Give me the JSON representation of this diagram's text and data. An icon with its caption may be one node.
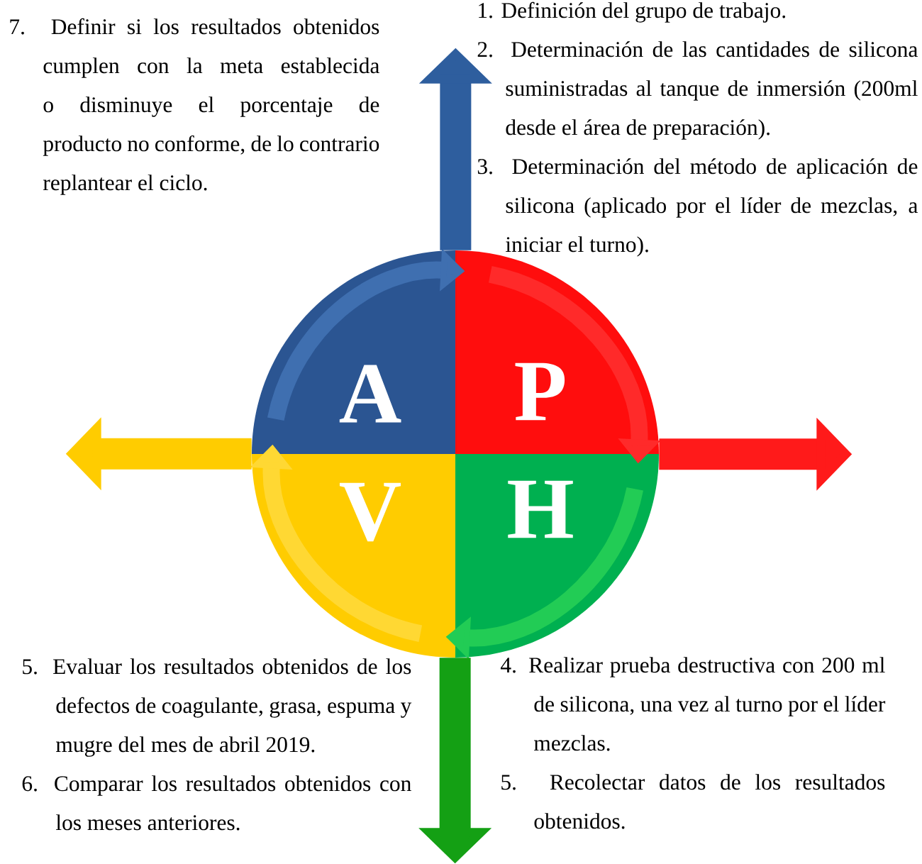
{
  "diagram": {
    "nodes": [
      {
        "text": [
          "A"
        ]
      },
      {
        "text": [
          "P"
        ]
      },
      {
        "text": [
          "V"
        ]
      },
      {
        "text": [
          "H"
        ]
      }
    ],
    "edges": [
      {
        "from": 0,
        "to": 1,
        "arrow": "to",
        "color": "#3f6fb0"
      },
      {
        "from": 1,
        "to": 3,
        "arrow": "to",
        "color": "#ff2a2a"
      },
      {
        "from": 3,
        "to": 2,
        "arrow": "to",
        "color": "#22cc55"
      },
      {
        "from": 2,
        "to": 0,
        "arrow": "to",
        "color": "#ffd833"
      },
      {
        "from": 0,
        "to": null,
        "arrow": "to",
        "color": "#2e5e9e"
      },
      {
        "from": 1,
        "to": null,
        "arrow": "to",
        "color": "#ff1a1a"
      },
      {
        "from": 3,
        "to": null,
        "arrow": "to",
        "color": "#14a014"
      },
      {
        "from": 2,
        "to": null,
        "arrow": "to",
        "color": "#ffcc00"
      }
    ],
    "labels": [
      "7. Definir si los resultados obtenidos cumplen con la meta establecida o disminuye el porcentaje de producto no conforme, de lo contrario replantear el ciclo.",
      "1. Definición del grupo de trabajo.",
      "2. Determinación de las cantidades de silicona suministradas al tanque de inmersión (200ml desde el área de preparación).",
      "3. Determinación del método de aplicación de silicona (aplicado por el líder de mezclas, a iniciar el turno).",
      "5. Evaluar los resultados obtenidos de los defectos de coagulante, grasa, espuma y mugre del mes de abril 2019.",
      "6. Comparar los resultados obtenidos con los meses anteriores.",
      "4. Realizar prueba destructiva con 200 ml de silicona, una vez al turno por el líder mezclas.",
      "5. Recolectar datos de los resultados obtenidos."
    ]
  }
}
